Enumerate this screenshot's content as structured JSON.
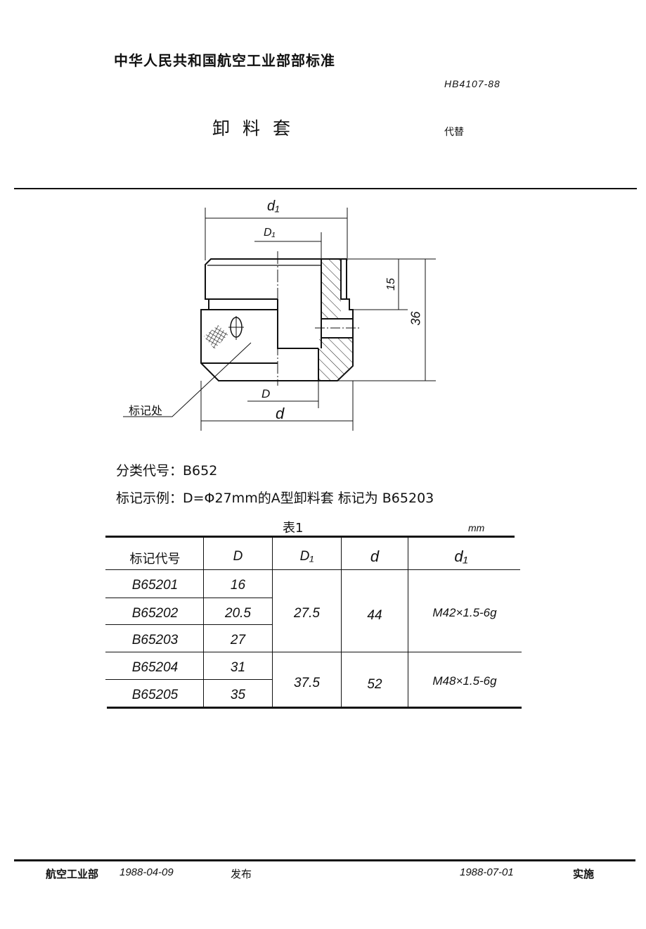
{
  "header": {
    "org_standard": "中华人民共和国航空工业部部标准",
    "code": "HB4107-88",
    "title": "卸料套",
    "replaces_label": "代替"
  },
  "drawing": {
    "labels": {
      "d1": "d₁",
      "D1": "D₁",
      "D": "D",
      "d": "d",
      "dim_15": "15",
      "dim_36": "36",
      "mark_location": "标记处"
    }
  },
  "body": {
    "classification": "分类代号：B652",
    "example": "标记示例：D=Φ27mm的A型卸料套 标记为 B65203"
  },
  "table": {
    "caption": "表1",
    "unit": "mm",
    "headers": [
      "标记代号",
      "D",
      "D₁",
      "d",
      "d₁"
    ],
    "rows": [
      {
        "code": "B65201",
        "D": "16"
      },
      {
        "code": "B65202",
        "D": "20.5"
      },
      {
        "code": "B65203",
        "D": "27"
      },
      {
        "code": "B65204",
        "D": "31"
      },
      {
        "code": "B65205",
        "D": "35"
      }
    ],
    "groups": [
      {
        "D1": "27.5",
        "d": "44",
        "d1": "M42×1.5-6g"
      },
      {
        "D1": "37.5",
        "d": "52",
        "d1": "M48×1.5-6g"
      }
    ]
  },
  "footer": {
    "issuer": "航空工业部",
    "issue_date": "1988-04-09",
    "issued_label": "发布",
    "effective_date": "1988-07-01",
    "effective_label": "实施"
  }
}
